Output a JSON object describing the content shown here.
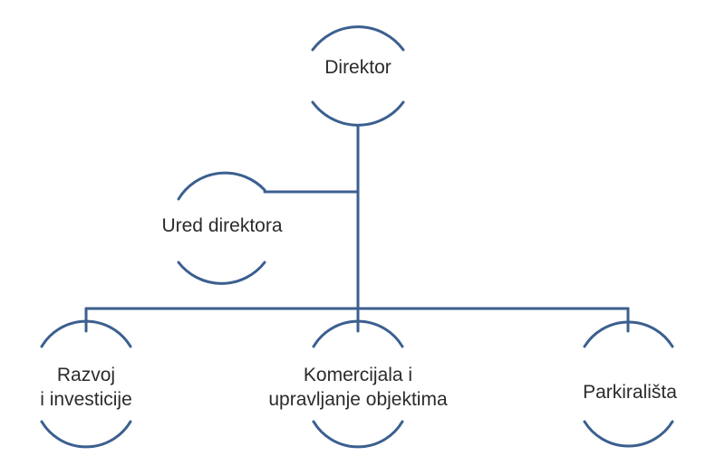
{
  "org_chart": {
    "root": {
      "label": "Direktor"
    },
    "staff_unit": {
      "label": "Ured direktora"
    },
    "departments": [
      {
        "line1": "Razvoj",
        "line2": "i investicije"
      },
      {
        "line1": "Komercijala i",
        "line2": "upravljanje objektima"
      },
      {
        "line1": "Parkirališta"
      }
    ]
  },
  "colors": {
    "connector": "#3b5f8f",
    "text": "#2b2b2b",
    "background": "#ffffff"
  }
}
